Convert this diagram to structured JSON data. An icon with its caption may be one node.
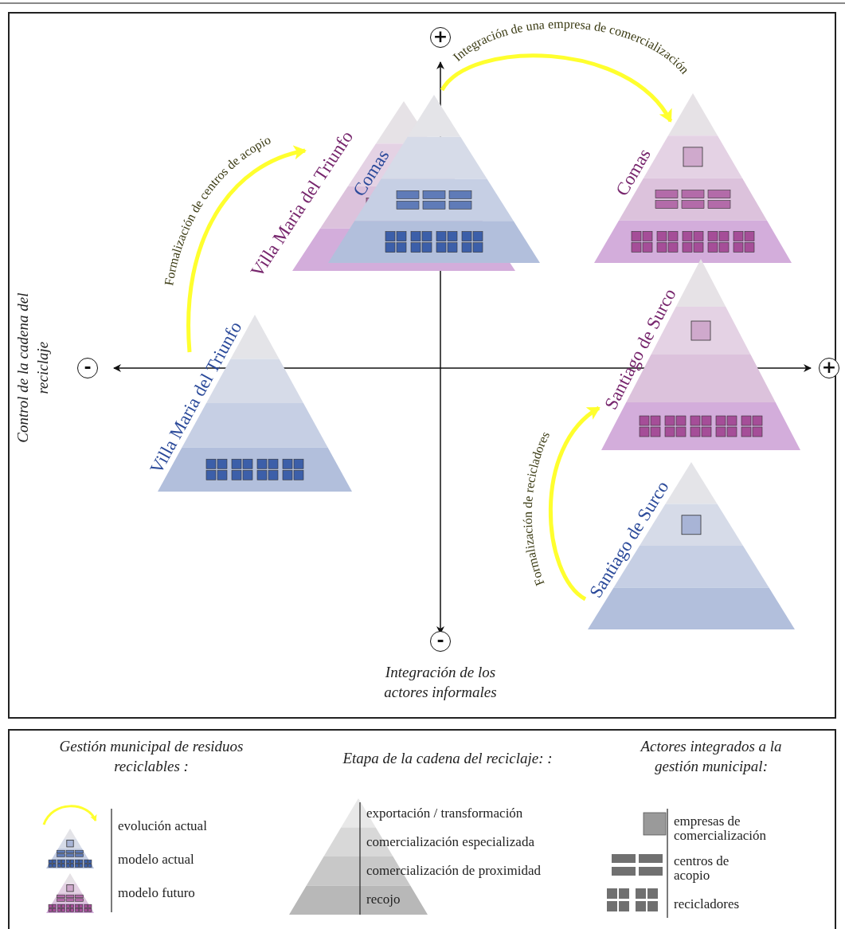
{
  "diagram": {
    "nodes": [
      {
        "text": [
          "Villa Maria del Triunfo"
        ]
      },
      {
        "text": [
          "Comas"
        ]
      },
      {
        "text": [
          "Comas"
        ]
      },
      {
        "text": [
          "Santiago de Surco"
        ]
      },
      {
        "text": [
          "Villa Maria del Triunfo"
        ]
      },
      {
        "text": [
          "Santiago de Surco"
        ]
      }
    ],
    "edges": [
      {
        "from": 4,
        "to": 0,
        "arrow": "to",
        "label": "Formalización de centros de acopio"
      },
      {
        "from": 1,
        "to": 2,
        "arrow": "to",
        "label": "Integración de una empresa de comercialización"
      },
      {
        "from": 5,
        "to": 3,
        "arrow": "to",
        "label": "Formalización de recicladores"
      }
    ],
    "labels": [
      "+",
      "Control de la cadena del reciclaje",
      "-",
      "+",
      "-",
      "Integración de los actores informales",
      "Gestión municipal de residuos reciclables :",
      "Etapa de la cadena del reciclaje: :",
      "Actores integrados a la gestión municipal:"
    ],
    "legend": [
      {
        "text": "evolución actual"
      },
      {
        "text": "modelo actual"
      },
      {
        "text": "modelo futuro"
      },
      {
        "text": "exportación / transformación"
      },
      {
        "text": "comercialización especializada"
      },
      {
        "text": "comercialización de proximidad"
      },
      {
        "text": "recojo"
      },
      {
        "text": "empresas de comercialización"
      },
      {
        "text": "centros de acopio"
      },
      {
        "text": "recicladores"
      }
    ]
  }
}
